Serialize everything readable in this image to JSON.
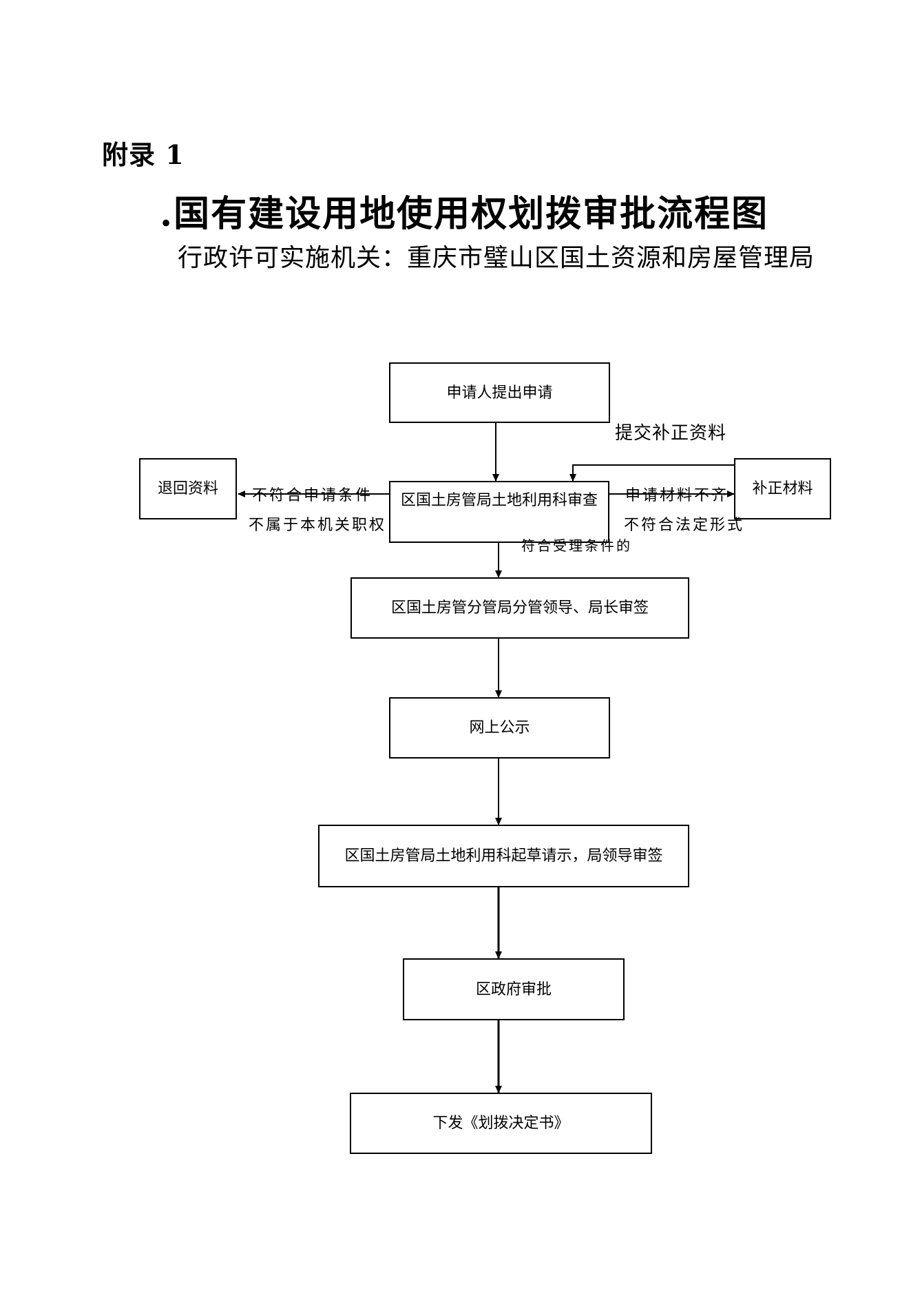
{
  "appendix": "附录 1",
  "title": ".国有建设用地使用权划拨审批流程图",
  "subtitle": "行政许可实施机关：重庆市璧山区国土资源和房屋管理局",
  "boxes": {
    "apply": "申请人提出申请",
    "review": "区国土房管局土地利用科审查",
    "return": "退回资料",
    "supplement": "补正材料",
    "sign": "区国土房管分管局分管领导、局长审签",
    "publicity": "网上公示",
    "draft": "区国土房管局土地利用科起草请示，局领导审签",
    "gov": "区政府审批",
    "issue": "下发《划拨决定书》"
  },
  "labels": {
    "submit_supplement": "提交补正资料",
    "not_meet_1": "不符合申请条件",
    "not_meet_2": "不属于本机关职权",
    "incomplete_1": "申请材料不齐",
    "incomplete_2": "不符合法定形式",
    "accepted": "符合受理条件的"
  }
}
